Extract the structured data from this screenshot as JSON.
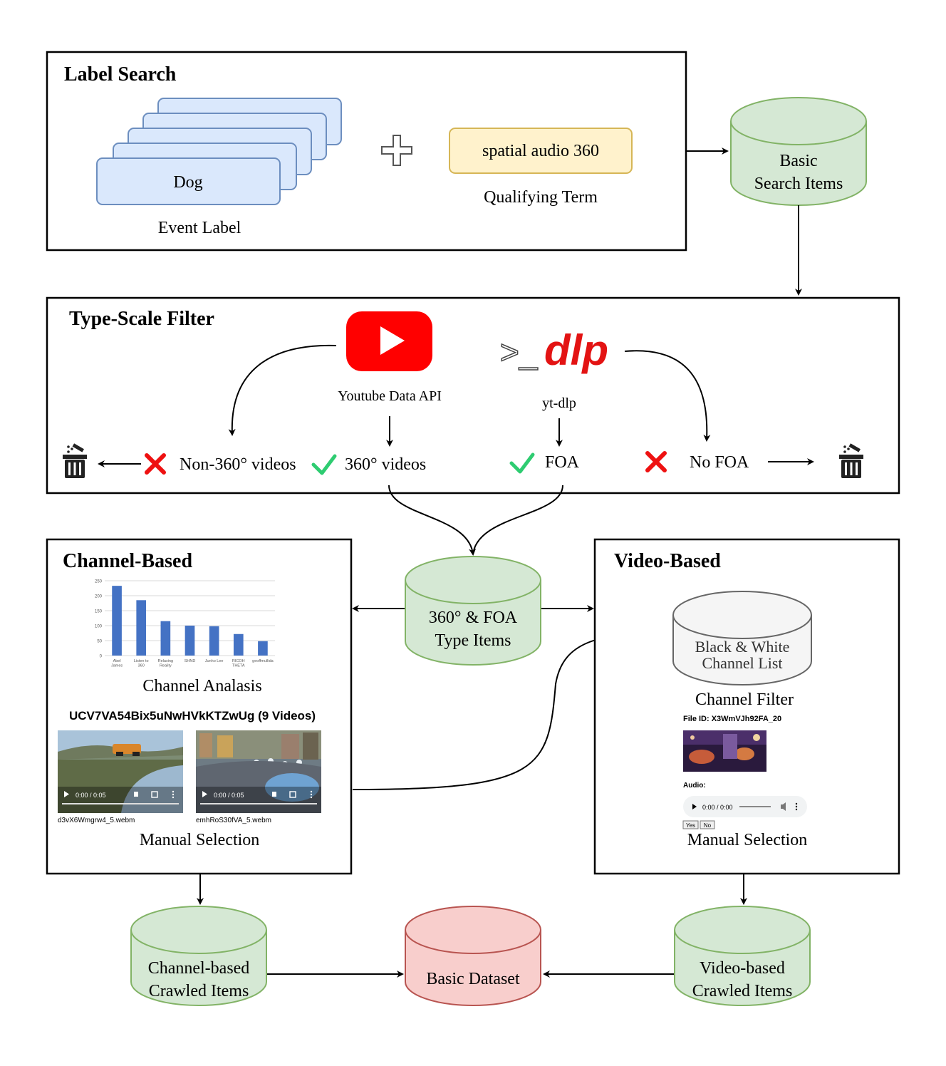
{
  "sections": {
    "label_search": "Label Search",
    "type_scale": "Type-Scale Filter",
    "channel_based": "Channel-Based",
    "video_based": "Video-Based"
  },
  "label_search": {
    "card_text": "Dog",
    "event_label": "Event Label",
    "qualifier_text": "spatial audio 360",
    "qualifying_term": "Qualifying Term"
  },
  "db": {
    "basic_search_1": "Basic",
    "basic_search_2": "Search Items",
    "type_items_1": "360° & FOA",
    "type_items_2": "Type Items",
    "bw_1": "Black & White",
    "bw_2": "Channel List",
    "channel_crawled_1": "Channel-based",
    "channel_crawled_2": "Crawled Items",
    "video_crawled_1": "Video-based",
    "video_crawled_2": "Crawled Items",
    "basic_dataset": "Basic Dataset"
  },
  "filter": {
    "youtube_label": "Youtube Data API",
    "ytdlp_logo_prompt": ">_",
    "ytdlp_logo_text": "dlp",
    "ytdlp_label": "yt-dlp",
    "non360": "Non-360° videos",
    "v360": "360° videos",
    "foa": "FOA",
    "no_foa": "No FOA"
  },
  "channel": {
    "analysis_caption": "Channel Analasis",
    "channel_id": "UCV7VA54Bix5uNwHVkKTZwUg (9 Videos)",
    "video1_time": "0:00 / 0:05",
    "video1_file": "d3vX6Wmgrw4_5.webm",
    "video2_time": "0:00 / 0:05",
    "video2_file": "emhRoS30fVA_5.webm",
    "manual_selection": "Manual Selection"
  },
  "video": {
    "channel_filter": "Channel Filter",
    "file_id": "File ID: X3WmVJh92FA_20",
    "audio_label": "Audio:",
    "audio_time": "0:00 / 0:00",
    "yes": "Yes",
    "no": "No",
    "manual_selection": "Manual Selection"
  },
  "chart_data": {
    "type": "bar",
    "categories": [
      "Abel James",
      "Listen to 360",
      "Relaxing Reality",
      "SHND",
      "Junho Lee",
      "RICOH THETA",
      "geoffmullida"
    ],
    "values": [
      233,
      185,
      115,
      100,
      98,
      72,
      48
    ],
    "ylim": [
      0,
      250
    ],
    "yticks": [
      0,
      50,
      100,
      150,
      200,
      250
    ],
    "grid": true,
    "color": "#4472c4"
  },
  "colors": {
    "blue_fill": "#dae8fc",
    "blue_stroke": "#6c8ebf",
    "yellow_fill": "#fff2cc",
    "yellow_stroke": "#d6b656",
    "green_fill": "#d5e8d4",
    "green_stroke": "#82b366",
    "red_fill": "#f8cecc",
    "red_stroke": "#b85450",
    "youtube_red": "#ff0000",
    "cross_red": "#ee1111",
    "check_green": "#2ecc71"
  }
}
